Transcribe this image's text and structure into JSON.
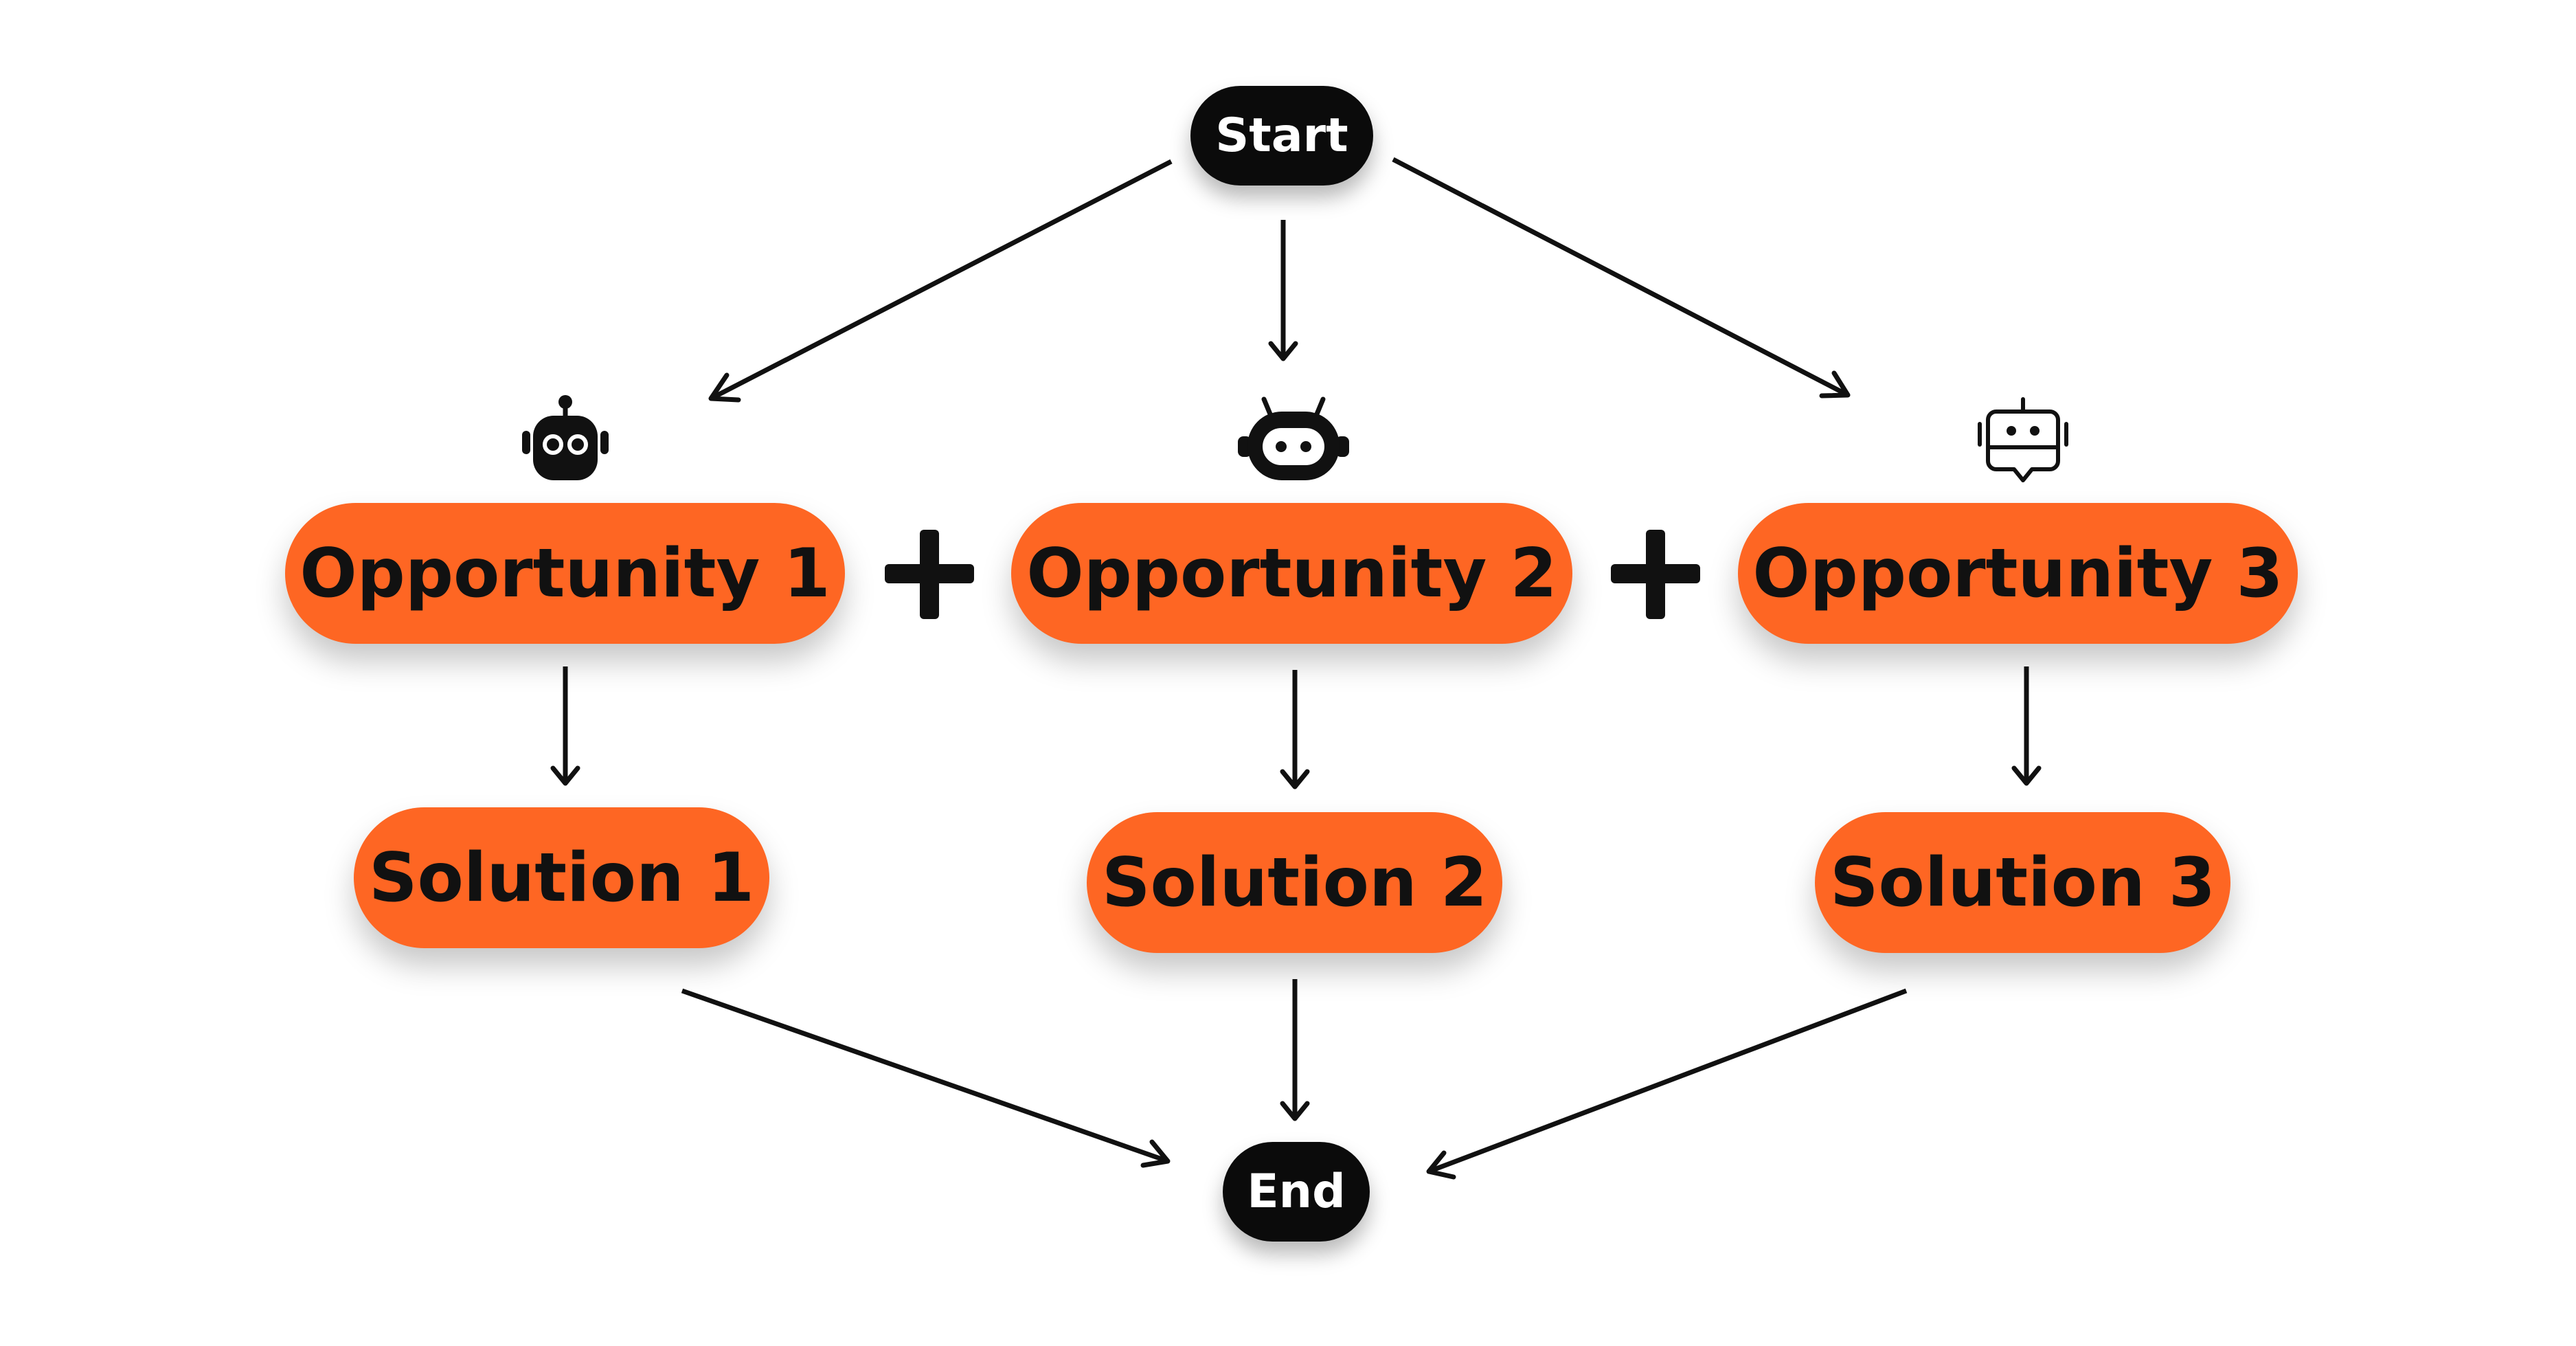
{
  "nodes": {
    "start": "Start",
    "end": "End",
    "opportunities": [
      "Opportunity 1",
      "Opportunity 2",
      "Opportunity 3"
    ],
    "solutions": [
      "Solution 1",
      "Solution 2",
      "Solution 3"
    ]
  },
  "icons": [
    "robot-head-icon",
    "robot-face-icon",
    "chatbot-icon"
  ],
  "colors": {
    "accent": "#fe6623",
    "dark": "#0b0b0b",
    "text": "#111111",
    "background": "#ffffff"
  }
}
